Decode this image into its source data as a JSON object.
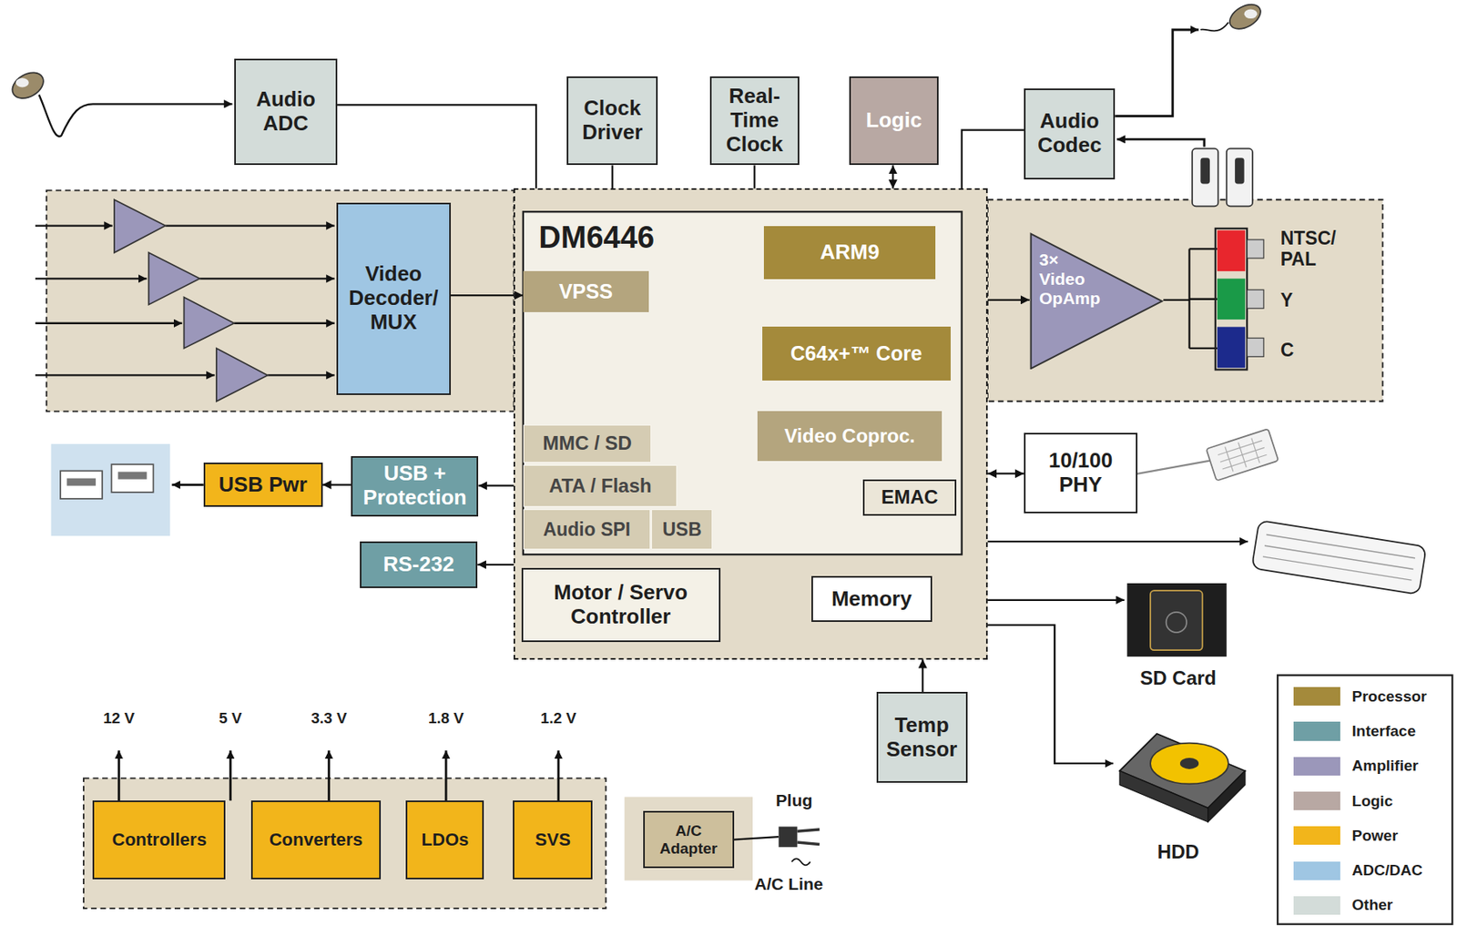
{
  "diagram": {
    "nodes": [
      {
        "text": [
          "Audio ADC"
        ]
      },
      {
        "text": [
          "Clock Driver"
        ]
      },
      {
        "text": [
          "Real-Time Clock"
        ]
      },
      {
        "text": [
          "Logic"
        ]
      },
      {
        "text": [
          "Audio Codec"
        ]
      },
      {
        "text": [
          "Video Decoder/ MUX"
        ]
      },
      {
        "text": [
          "DM6446"
        ]
      },
      {
        "text": [
          "VPSS"
        ],
        "in": 6
      },
      {
        "text": [
          "ARM9"
        ],
        "in": 6
      },
      {
        "text": [
          "C64x+™ Core"
        ],
        "in": 6
      },
      {
        "text": [
          "Video Coproc."
        ],
        "in": 6
      },
      {
        "text": [
          "MMC / SD"
        ],
        "in": 6
      },
      {
        "text": [
          "ATA / Flash"
        ],
        "in": 6
      },
      {
        "text": [
          "EMAC"
        ],
        "in": 6
      },
      {
        "text": [
          "Audio SPI"
        ],
        "in": 6
      },
      {
        "text": [
          "USB"
        ],
        "in": 6
      },
      {
        "text": [
          "Motor / Servo Controller"
        ],
        "in": 6
      },
      {
        "text": [
          "Memory"
        ],
        "in": 6
      },
      {
        "text": [
          "3× Video OpAmp"
        ]
      },
      {
        "text": [
          "10/100 PHY"
        ]
      },
      {
        "text": [
          "USB Pwr"
        ]
      },
      {
        "text": [
          "USB + Protection"
        ]
      },
      {
        "text": [
          "RS-232"
        ]
      },
      {
        "text": [
          "Temp Sensor"
        ]
      },
      {
        "text": [
          "Controllers"
        ]
      },
      {
        "text": [
          "Converters"
        ]
      },
      {
        "text": [
          "LDOs"
        ]
      },
      {
        "text": [
          "SVS"
        ]
      },
      {
        "text": [
          "A/C Adapter"
        ]
      }
    ],
    "edges": [
      {
        "from": 0,
        "to": 6,
        "arrow": "none"
      },
      {
        "from": 1,
        "to": 6,
        "arrow": "none"
      },
      {
        "from": 2,
        "to": 6,
        "arrow": "none"
      },
      {
        "from": 3,
        "to": 6,
        "arrow": "both"
      },
      {
        "from": 6,
        "to": 4,
        "arrow": "none"
      },
      {
        "from": 5,
        "to": 7,
        "arrow": "to"
      },
      {
        "from": 6,
        "to": 18,
        "arrow": "to"
      },
      {
        "from": 6,
        "to": 19,
        "arrow": "both"
      },
      {
        "from": 6,
        "to": 21,
        "arrow": "to"
      },
      {
        "from": 21,
        "to": 20,
        "arrow": "to"
      },
      {
        "from": 6,
        "to": 22,
        "arrow": "to"
      },
      {
        "from": 23,
        "to": 6,
        "arrow": "to"
      }
    ],
    "labels": [
      "NTSC/ PAL",
      "Y",
      "C",
      "SD Card",
      "HDD",
      "12 V",
      "5 V",
      "3.3 V",
      "1.8 V",
      "1.2 V",
      "Plug",
      "A/C Line"
    ],
    "legend": [
      {
        "text": "Processor",
        "color": "#a48a3b"
      },
      {
        "text": "Interface",
        "color": "#6f9fa5"
      },
      {
        "text": "Amplifier",
        "color": "#9b97ba"
      },
      {
        "text": "Logic",
        "color": "#b8a8a3"
      },
      {
        "text": "Power",
        "color": "#f2b51b"
      },
      {
        "text": "ADC/DAC",
        "color": "#9fc6e3"
      },
      {
        "text": "Other",
        "color": "#d3dcd9"
      }
    ]
  }
}
